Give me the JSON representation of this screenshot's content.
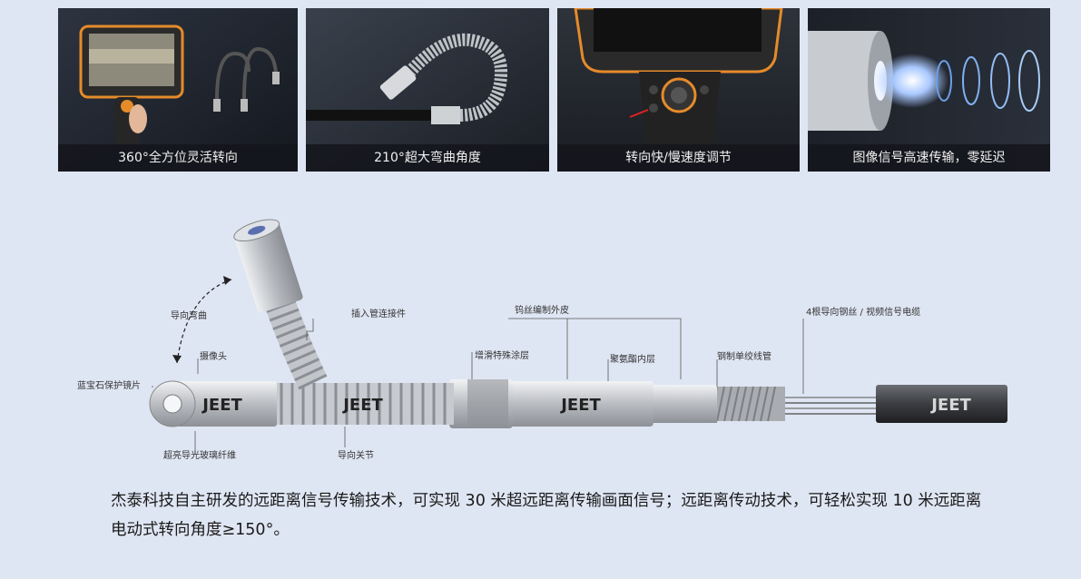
{
  "features": [
    {
      "caption": "360°全方位灵活转向"
    },
    {
      "caption": "210°超大弯曲角度"
    },
    {
      "caption": "转向快/慢速度调节"
    },
    {
      "caption": "图像信号高速传输，零延迟"
    }
  ],
  "diagram": {
    "labels": {
      "bend": "导向弯曲",
      "connector": "插入管连接件",
      "camera": "摄像头",
      "sapphire": "蓝宝石保护镜片",
      "fiber": "超亮导光玻璃纤维",
      "joint": "导向关节",
      "coating": "增滑特殊涂层",
      "outer": "钨丝编制外皮",
      "inner": "聚氨酯内层",
      "tube": "钢制单绞线管",
      "cable": "4根导向钢丝 / 视频信号电缆"
    },
    "brand": "JEET"
  },
  "description": "杰泰科技自主研发的远距离信号传输技术，可实现 30 米超远距离传输画面信号；远距离传动技术，可轻松实现 10 米远距离电动式转向角度≥150°。",
  "colors": {
    "background": "#dfe6f3",
    "caption_bg": "#14161c"
  }
}
